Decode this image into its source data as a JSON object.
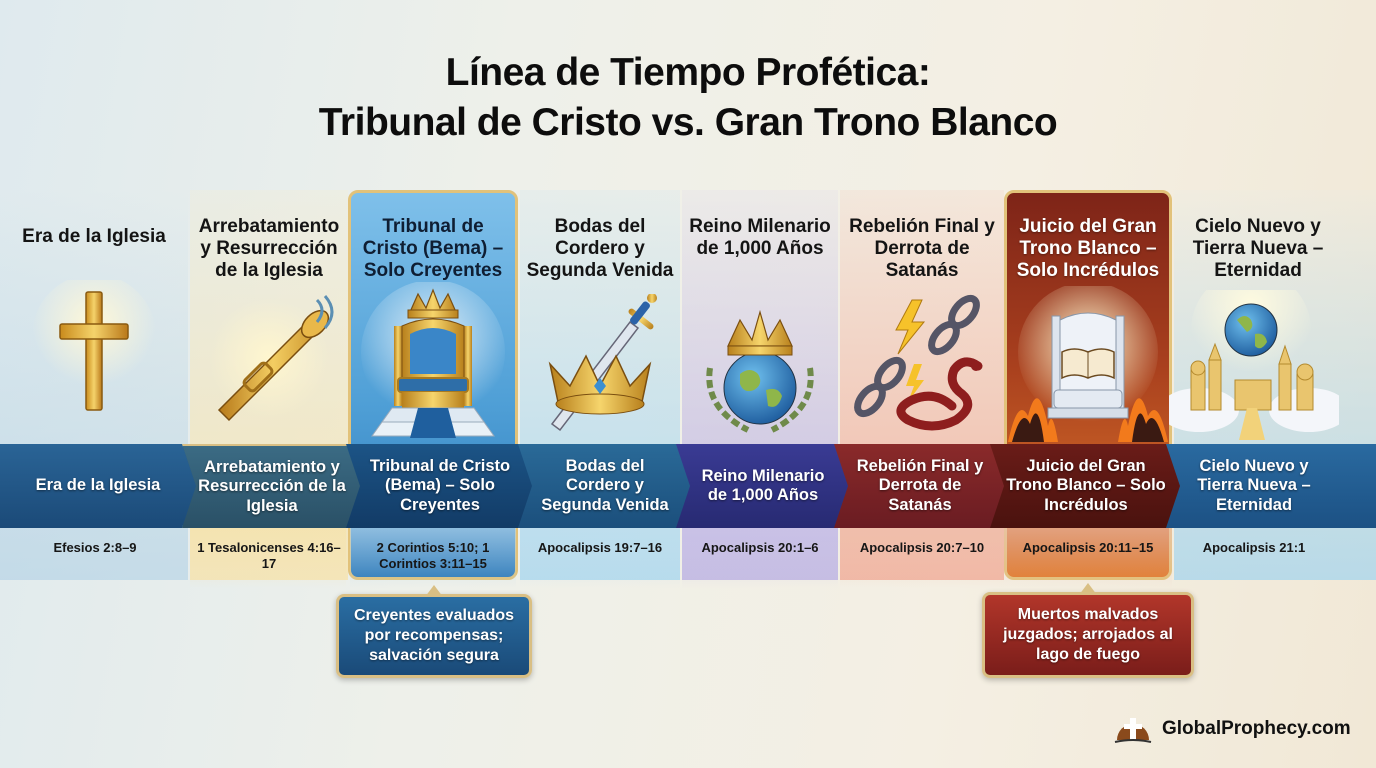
{
  "title": {
    "line1": "Línea de Tiempo Profética:",
    "line2": "Tribunal de Cristo vs. Gran Trono Blanco"
  },
  "colors": {
    "band_default": "#1e4f7d",
    "band_accent": "#5fb2e0",
    "gold_frame": "#e2c27a",
    "bema_blue": "#2a6ea3",
    "judgment_red": "#8a2a1f",
    "millennial_purple": "#3b3a8f"
  },
  "timeline": [
    {
      "heading": "Era de la Iglesia",
      "band_label": "Era de la Iglesia",
      "reference": "Efesios 2:8–9",
      "icon": "glowing-cross-icon"
    },
    {
      "heading": "Arrebatamiento y Resurrección de la Iglesia",
      "band_label": "Arrebatamiento y Resurrección de la Iglesia",
      "reference": "1 Tesalonicenses 4:16–17",
      "icon": "trumpet-icon"
    },
    {
      "heading": "Tribunal de Cristo (Bema) – Solo Creyentes",
      "band_label": "Tribunal de Cristo (Bema) – Solo Creyentes",
      "reference": "2 Corintios 5:10; 1 Corintios 3:11–15",
      "icon": "throne-with-crown-icon",
      "callout": "Creyentes evaluados por recompensas; salvación segura"
    },
    {
      "heading": "Bodas del Cordero y Segunda Venida",
      "band_label": "Bodas del Cordero y Segunda Venida",
      "reference": "Apocalipsis 19:7–16",
      "icon": "crown-and-sword-icon"
    },
    {
      "heading": "Reino Milenario de 1,000 Años",
      "band_label": "Reino Milenario de 1,000 Años",
      "reference": "Apocalipsis 20:1–6",
      "icon": "crowned-globe-laurel-icon"
    },
    {
      "heading": "Rebelión Final y Derrota de Satanás",
      "band_label": "Rebelión Final y Derrota de Satanás",
      "reference": "Apocalipsis 20:7–10",
      "icon": "broken-chain-serpent-icon"
    },
    {
      "heading": "Juicio del Gran Trono Blanco – Solo Incrédulos",
      "band_label": "Juicio del Gran Trono Blanco – Solo Incrédulos",
      "reference": "Apocalipsis 20:11–15",
      "icon": "white-throne-book-fire-icon",
      "callout": "Muertos malvados juzgados; arrojados al lago de fuego"
    },
    {
      "heading": "Cielo Nuevo y Tierra Nueva – Eternidad",
      "band_label": "Cielo Nuevo y Tierra Nueva – Eternidad",
      "reference": "Apocalipsis 21:1",
      "icon": "globe-heavenly-city-icon"
    }
  ],
  "branding": {
    "logo_icon": "cross-sunrise-icon",
    "site": "GlobalProphecy.com"
  }
}
